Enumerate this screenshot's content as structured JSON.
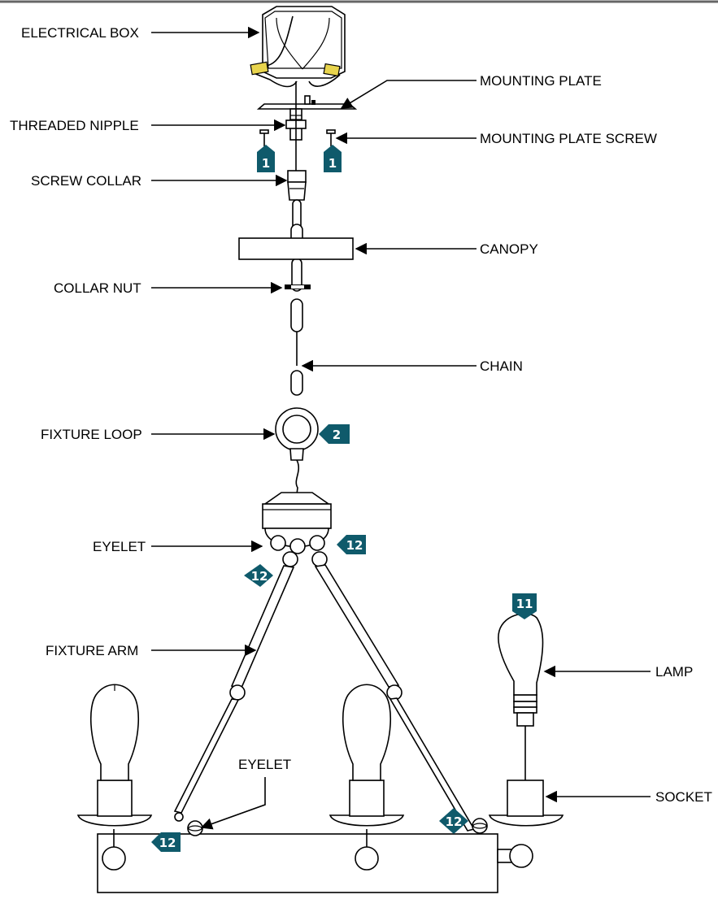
{
  "labels": {
    "electrical_box": "ELECTRICAL BOX",
    "mounting_plate": "MOUNTING PLATE",
    "threaded_nipple": "THREADED NIPPLE",
    "mounting_plate_screw": "MOUNTING PLATE SCREW",
    "screw_collar": "SCREW COLLAR",
    "canopy": "CANOPY",
    "collar_nut": "COLLAR NUT",
    "chain": "CHAIN",
    "fixture_loop": "FIXTURE LOOP",
    "eyelet_top": "EYELET",
    "fixture_arm": "FIXTURE ARM",
    "lamp": "LAMP",
    "eyelet_bottom": "EYELET",
    "socket": "SOCKET"
  },
  "step_badges": {
    "screw_left": "1",
    "screw_right": "1",
    "fixture_loop": "2",
    "eyelet_right": "12",
    "eyelet_left": "12",
    "lamp": "11",
    "bar_left": "12",
    "bar_right": "12"
  },
  "colors": {
    "badge": "#0f5a6b",
    "line": "#000000",
    "wire_nut": "#e8d44d"
  }
}
